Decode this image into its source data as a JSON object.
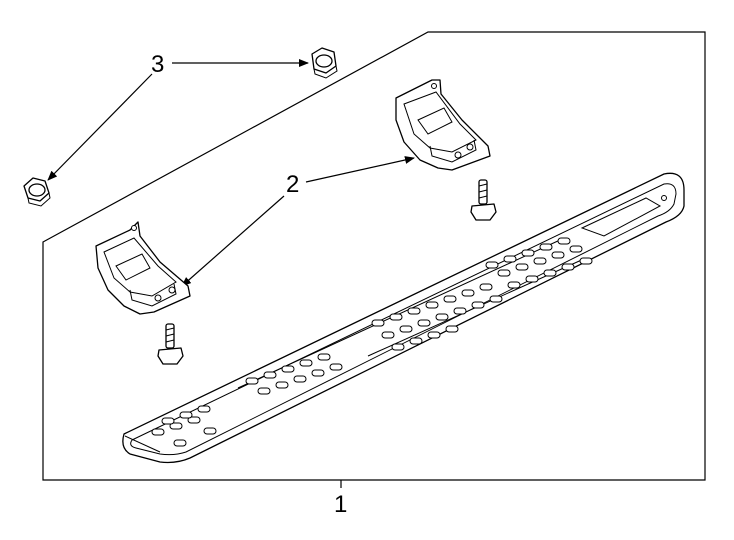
{
  "callouts": {
    "running_board": "1",
    "bracket": "2",
    "nut": "3"
  }
}
